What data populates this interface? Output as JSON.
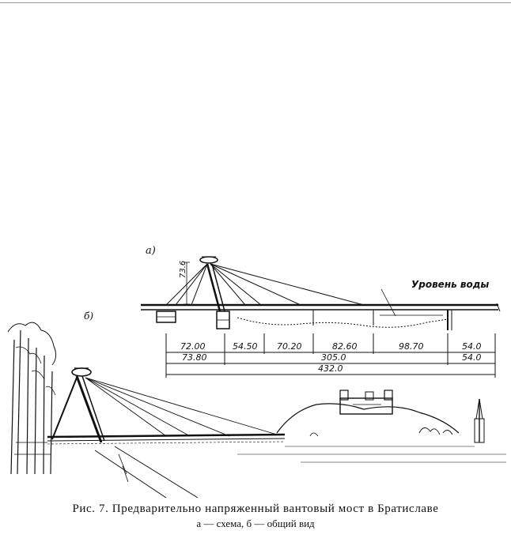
{
  "diagram": {
    "labels": {
      "view_a": "а)",
      "view_b": "б)",
      "pylon_height": "73.6",
      "water_level": "Уровень воды"
    },
    "dimensions": {
      "row1": [
        "72.00",
        "54.50",
        "70.20",
        "82.60",
        "98.70",
        "54.0"
      ],
      "row2": [
        "73.80",
        "305.0",
        "54.0"
      ],
      "total": "432.0"
    }
  },
  "caption": {
    "line1": "Рис. 7. Предварительно напряженный вантовый мост в Братиславе",
    "line2": "а — схема, б — общий вид"
  },
  "colors": {
    "ink": "#111111",
    "paper": "#ffffff"
  }
}
